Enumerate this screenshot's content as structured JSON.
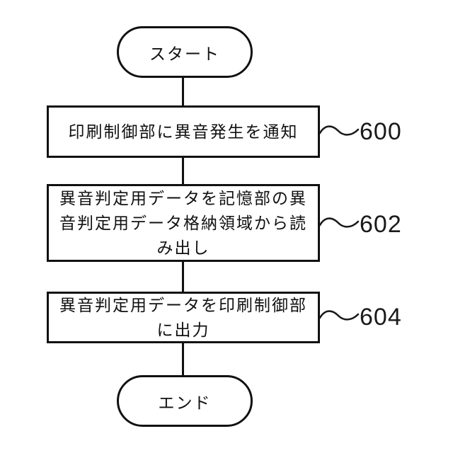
{
  "flowchart": {
    "start": {
      "label": "スタート"
    },
    "end": {
      "label": "エンド"
    },
    "steps": [
      {
        "ref": "600",
        "lines": [
          "印刷制御部に異音発生を通知"
        ]
      },
      {
        "ref": "602",
        "lines": [
          "異音判定用データを記憶部の異",
          "音判定用データ格納領域から読",
          "み出し"
        ]
      },
      {
        "ref": "604",
        "lines": [
          "異音判定用データを印刷制御部",
          "に出力"
        ]
      }
    ]
  },
  "colors": {
    "ink": "#111111",
    "background": "#ffffff"
  }
}
